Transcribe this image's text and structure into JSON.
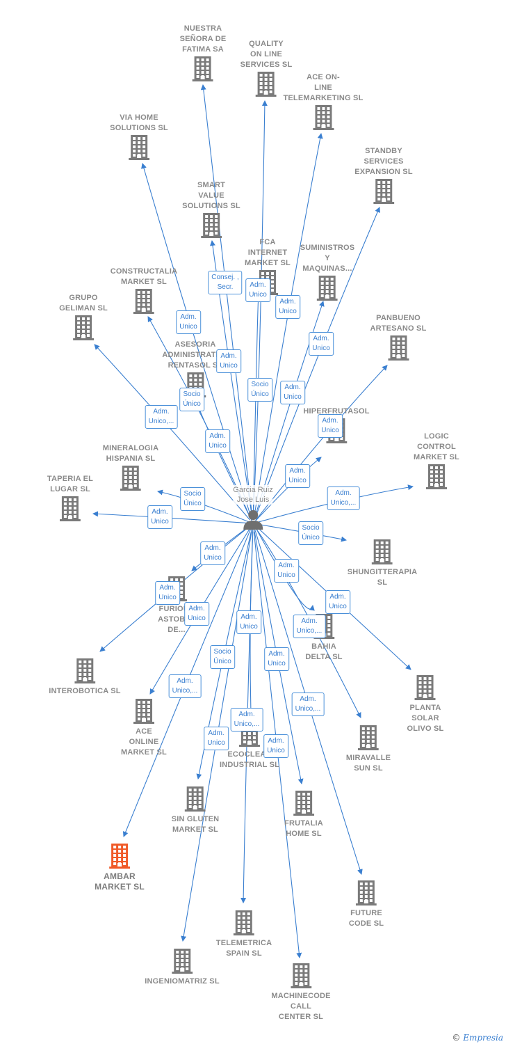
{
  "colors": {
    "edge": "#3a7fd0",
    "building": "#7a7a7a",
    "highlight": "#f05a28",
    "label": "#8a8a8a"
  },
  "center_person": {
    "name": "Garcia Ruiz\nJose Luis",
    "icon": "person-icon"
  },
  "companies": [
    {
      "id": "nuestra",
      "name": "NUESTRA\nSEÑORA DE\nFATIMA SA"
    },
    {
      "id": "quality",
      "name": "QUALITY\nON LINE\nSERVICES  SL"
    },
    {
      "id": "aceonline_tm",
      "name": "ACE ON-\nLINE\nTELEMARKETING SL"
    },
    {
      "id": "viahome",
      "name": "VIA HOME\nSOLUTIONS SL"
    },
    {
      "id": "standby",
      "name": "STANDBY\nSERVICES\nEXPANSION SL"
    },
    {
      "id": "smartvalue",
      "name": "SMART\nVALUE\nSOLUTIONS SL"
    },
    {
      "id": "fca",
      "name": "FCA\nINTERNET\nMARKET  SL"
    },
    {
      "id": "suministros",
      "name": "SUMINISTROS\nY\nMAQUINAS..."
    },
    {
      "id": "constructalia",
      "name": "CONSTRUCTALIA\nMARKET  SL"
    },
    {
      "id": "grupo",
      "name": "GRUPO\nGELIMAN  SL"
    },
    {
      "id": "panbueno",
      "name": "PANBUENO\nARTESANO  SL"
    },
    {
      "id": "asesoria",
      "name": "ASESORIA\nADMINISTRATIVA\nRENTASOL SL"
    },
    {
      "id": "hiperfrutasol",
      "name": "HIPERFRUTASOL"
    },
    {
      "id": "mineralogia",
      "name": "MINERALOGIA\nHISPANIA  SL"
    },
    {
      "id": "logic",
      "name": "LOGIC\nCONTROL\nMARKET  SL"
    },
    {
      "id": "taperia",
      "name": "TAPERIA EL\nLUGAR SL"
    },
    {
      "id": "shungitterapia",
      "name": "SHUNGITTERAPIA\nSL"
    },
    {
      "id": "furious",
      "name": "FURIOUS\nASTOBEL\nDE..."
    },
    {
      "id": "bahia",
      "name": "BAHIA\nDELTA SL"
    },
    {
      "id": "interobotica",
      "name": "INTEROBOTICA SL"
    },
    {
      "id": "planta",
      "name": "PLANTA\nSOLAR\nOLIVO SL"
    },
    {
      "id": "aceonline",
      "name": "ACE\nONLINE\nMARKET SL"
    },
    {
      "id": "ecoclean",
      "name": "ECOCLEAN\nINDUSTRIAL SL"
    },
    {
      "id": "miravalle",
      "name": "MIRAVALLE\nSUN  SL"
    },
    {
      "id": "singluten",
      "name": "SIN GLUTEN\nMARKET  SL"
    },
    {
      "id": "frutalia",
      "name": "FRUTALIA\nHOME  SL"
    },
    {
      "id": "ambar",
      "name": "AMBAR\nMARKET  SL",
      "highlight": true
    },
    {
      "id": "future",
      "name": "FUTURE\nCODE  SL"
    },
    {
      "id": "telemetrica",
      "name": "TELEMETRICA\nSPAIN  SL"
    },
    {
      "id": "ingeniomatriz",
      "name": "INGENIOMATRIZ SL"
    },
    {
      "id": "machinecode",
      "name": "MACHINECODE\nCALL\nCENTER  SL"
    }
  ],
  "relations": [
    {
      "id": "r_nuestra",
      "label": "Consej. ,\nSecr."
    },
    {
      "id": "r_viahome",
      "label": "Adm.\nUnico"
    },
    {
      "id": "r_fca",
      "label": "Adm.\nUnico"
    },
    {
      "id": "r_aceonline_tm",
      "label": "Adm.\nUnico"
    },
    {
      "id": "r_smartvalue",
      "label": "Adm.\nUnico"
    },
    {
      "id": "r_standby",
      "label": "Adm.\nUnico"
    },
    {
      "id": "r_quality",
      "label": "Socio\nÚnico"
    },
    {
      "id": "r_suministros",
      "label": "Adm.\nUnico"
    },
    {
      "id": "r_asesoria",
      "label": "Socio\nÚnico"
    },
    {
      "id": "r_grupo",
      "label": "Adm.\nUnico,..."
    },
    {
      "id": "r_constructalia",
      "label": "Adm.\nUnico"
    },
    {
      "id": "r_panbueno",
      "label": "Adm.\nUnico"
    },
    {
      "id": "r_hiperfrutasol",
      "label": "Adm.\nUnico"
    },
    {
      "id": "r_mineralogia",
      "label": "Socio\nÚnico"
    },
    {
      "id": "r_taperia",
      "label": "Adm.\nUnico"
    },
    {
      "id": "r_logic",
      "label": "Adm.\nUnico,..."
    },
    {
      "id": "r_shungitterapia",
      "label": "Socio\nÚnico"
    },
    {
      "id": "r_furious",
      "label": "Adm.\nUnico"
    },
    {
      "id": "r_interobotica",
      "label": "Adm.\nUnico"
    },
    {
      "id": "r_miravalle",
      "label": "Adm.\nUnico"
    },
    {
      "id": "r_planta",
      "label": "Adm.\nUnico"
    },
    {
      "id": "r_aceonline",
      "label": "Adm.\nUnico"
    },
    {
      "id": "r_ecoclean",
      "label": "Adm.\nUnico"
    },
    {
      "id": "r_bahia",
      "label": "Adm.\nUnico,..."
    },
    {
      "id": "r_singluten",
      "label": "Socio\nÚnico"
    },
    {
      "id": "r_frutalia",
      "label": "Adm.\nUnico"
    },
    {
      "id": "r_ambar",
      "label": "Adm.\nUnico,..."
    },
    {
      "id": "r_future",
      "label": "Adm.\nUnico,..."
    },
    {
      "id": "r_telemetrica",
      "label": "Adm.\nUnico,..."
    },
    {
      "id": "r_ingeniomatriz",
      "label": "Adm.\nUnico"
    },
    {
      "id": "r_machinecode",
      "label": "Adm.\nUnico"
    }
  ],
  "footer": {
    "copyright": "©",
    "brand": "Empresia"
  }
}
